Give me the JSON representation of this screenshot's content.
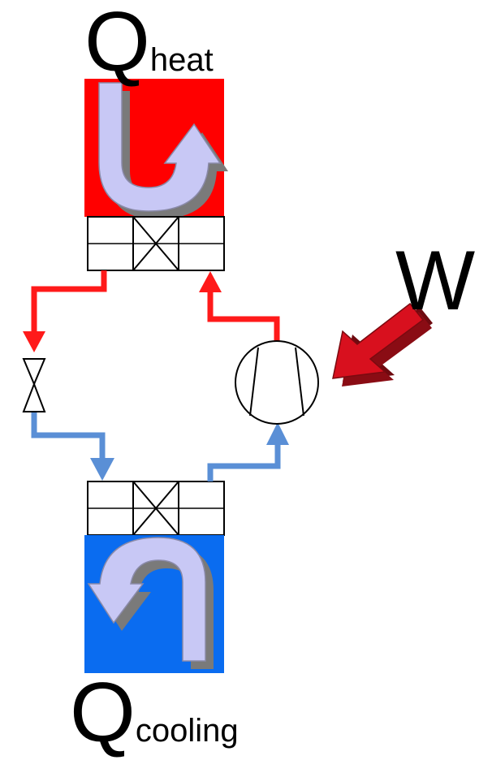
{
  "labels": {
    "heat_symbol": "Q",
    "heat_subscript": "heat",
    "cooling_symbol": "Q",
    "cooling_subscript": "cooling",
    "work_symbol": "W"
  },
  "colors": {
    "hot": "#ff0000",
    "cold": "#0a6cf0",
    "hot_line": "#ff1a1a",
    "cold_line": "#5a8fd6",
    "arrow_fill": "#c8c8f5",
    "arrow_shadow": "#7a7a7a",
    "work_arrow": "#d8101e"
  },
  "components": {
    "condenser": "heat-exchanger-hot",
    "evaporator": "heat-exchanger-cold",
    "compressor": "compressor",
    "expansion_valve": "expansion-valve"
  }
}
